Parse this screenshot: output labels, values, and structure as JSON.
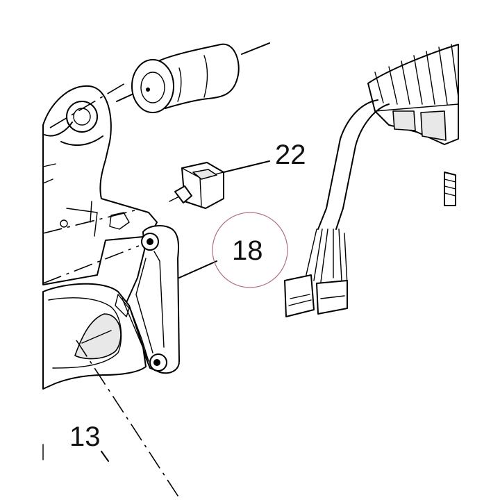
{
  "callouts": {
    "c13": "13",
    "c18": "18",
    "c22": "22"
  },
  "highlight": {
    "target": "18",
    "color": "#b07080"
  }
}
